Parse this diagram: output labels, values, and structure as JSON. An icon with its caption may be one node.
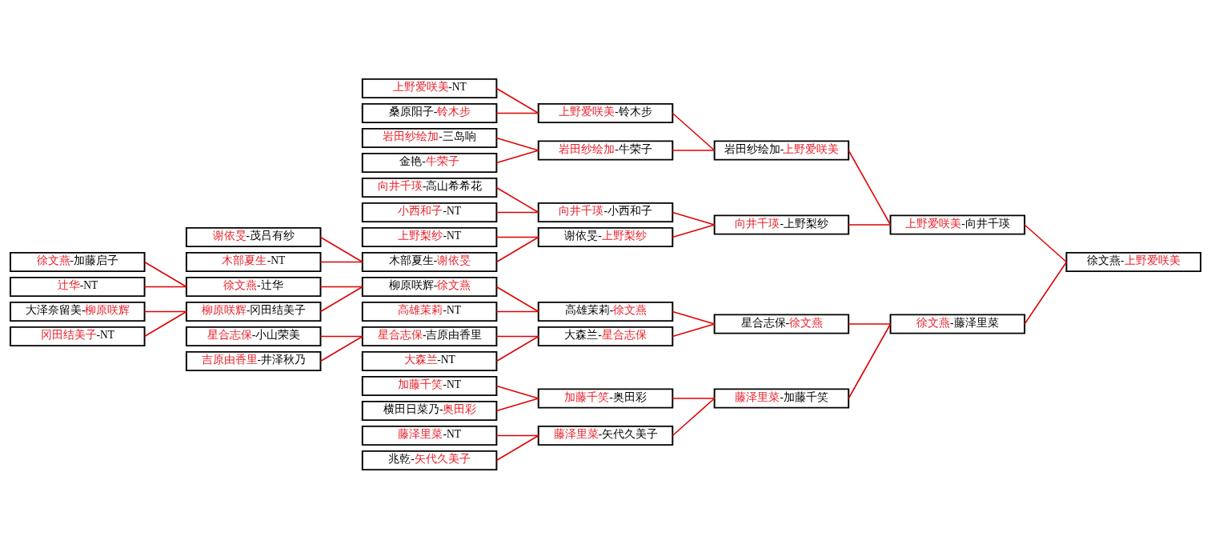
{
  "diagram": {
    "nodes": [
      {
        "text": [
          "徐文燕-加藤启子"
        ]
      },
      {
        "text": [
          "辻华-NT"
        ]
      },
      {
        "text": [
          "大泽奈留美-柳原咲辉"
        ]
      },
      {
        "text": [
          "冈田结美子-NT"
        ]
      },
      {
        "text": [
          "谢依旻-茂吕有纱"
        ]
      },
      {
        "text": [
          "木部夏生-NT"
        ]
      },
      {
        "text": [
          "徐文燕-辻华"
        ]
      },
      {
        "text": [
          "柳原咲辉-冈田结美子"
        ]
      },
      {
        "text": [
          "星合志保-小山荣美"
        ]
      },
      {
        "text": [
          "吉原由香里-井泽秋乃"
        ]
      },
      {
        "text": [
          "上野爱咲美-NT"
        ]
      },
      {
        "text": [
          "桑原阳子-铃木步"
        ]
      },
      {
        "text": [
          "岩田纱绘加-三岛响"
        ]
      },
      {
        "text": [
          "金艳-牛荣子"
        ]
      },
      {
        "text": [
          "向井千瑛-高山希希花"
        ]
      },
      {
        "text": [
          "小西和子-NT"
        ]
      },
      {
        "text": [
          "上野梨纱-NT"
        ]
      },
      {
        "text": [
          "木部夏生-谢依旻"
        ]
      },
      {
        "text": [
          "柳原咲辉-徐文燕"
        ]
      },
      {
        "text": [
          "高雄茉莉-NT"
        ]
      },
      {
        "text": [
          "星合志保-吉原由香里"
        ]
      },
      {
        "text": [
          "大森兰-NT"
        ]
      },
      {
        "text": [
          "藤泽里菜-NT"
        ]
      },
      {
        "text": [
          "兆乾-矢代久美子"
        ]
      },
      {
        "text": [
          "加藤千笑-NT"
        ]
      },
      {
        "text": [
          "横田日菜乃-奥田彩"
        ]
      },
      {
        "text": [
          "上野爱咲美-铃木步"
        ]
      },
      {
        "text": [
          "岩田纱绘加-牛荣子"
        ]
      },
      {
        "text": [
          "向井千瑛-小西和子"
        ]
      },
      {
        "text": [
          "谢依旻-上野梨纱"
        ]
      },
      {
        "text": [
          "高雄茉莉-徐文燕"
        ]
      },
      {
        "text": [
          "大森兰-星合志保"
        ]
      },
      {
        "text": [
          "藤泽里菜-矢代久美子"
        ]
      },
      {
        "text": [
          "加藤千笑-奥田彩"
        ]
      },
      {
        "text": [
          "岩田纱绘加-上野爱咲美"
        ]
      },
      {
        "text": [
          "向井千瑛-上野梨纱"
        ]
      },
      {
        "text": [
          "星合志保-徐文燕"
        ]
      },
      {
        "text": [
          "藤泽里菜-加藤千笑"
        ]
      },
      {
        "text": [
          "上野爱咲美-向井千瑛"
        ]
      },
      {
        "text": [
          "徐文燕-藤泽里菜"
        ]
      },
      {
        "text": [
          "徐文燕-上野爱咲美"
        ]
      }
    ],
    "edges": [
      {
        "from": 0,
        "to": 6,
        "arrow": "none"
      },
      {
        "from": 1,
        "to": 6,
        "arrow": "none"
      },
      {
        "from": 2,
        "to": 7,
        "arrow": "none"
      },
      {
        "from": 3,
        "to": 7,
        "arrow": "none"
      },
      {
        "from": 4,
        "to": 17,
        "arrow": "none"
      },
      {
        "from": 5,
        "to": 17,
        "arrow": "none"
      },
      {
        "from": 6,
        "to": 18,
        "arrow": "none"
      },
      {
        "from": 7,
        "to": 18,
        "arrow": "none"
      },
      {
        "from": 8,
        "to": 20,
        "arrow": "none"
      },
      {
        "from": 9,
        "to": 20,
        "arrow": "none"
      },
      {
        "from": 10,
        "to": 26,
        "arrow": "none"
      },
      {
        "from": 11,
        "to": 26,
        "arrow": "none"
      },
      {
        "from": 12,
        "to": 27,
        "arrow": "none"
      },
      {
        "from": 13,
        "to": 27,
        "arrow": "none"
      },
      {
        "from": 14,
        "to": 28,
        "arrow": "none"
      },
      {
        "from": 15,
        "to": 28,
        "arrow": "none"
      },
      {
        "from": 16,
        "to": 29,
        "arrow": "none"
      },
      {
        "from": 17,
        "to": 29,
        "arrow": "none"
      },
      {
        "from": 18,
        "to": 30,
        "arrow": "none"
      },
      {
        "from": 19,
        "to": 30,
        "arrow": "none"
      },
      {
        "from": 20,
        "to": 31,
        "arrow": "none"
      },
      {
        "from": 21,
        "to": 31,
        "arrow": "none"
      },
      {
        "from": 22,
        "to": 32,
        "arrow": "none"
      },
      {
        "from": 23,
        "to": 32,
        "arrow": "none"
      },
      {
        "from": 24,
        "to": 33,
        "arrow": "none"
      },
      {
        "from": 25,
        "to": 33,
        "arrow": "none"
      },
      {
        "from": 26,
        "to": 34,
        "arrow": "none"
      },
      {
        "from": 27,
        "to": 34,
        "arrow": "none"
      },
      {
        "from": 28,
        "to": 35,
        "arrow": "none"
      },
      {
        "from": 29,
        "to": 35,
        "arrow": "none"
      },
      {
        "from": 30,
        "to": 36,
        "arrow": "none"
      },
      {
        "from": 31,
        "to": 36,
        "arrow": "none"
      },
      {
        "from": 32,
        "to": 37,
        "arrow": "none"
      },
      {
        "from": 33,
        "to": 37,
        "arrow": "none"
      },
      {
        "from": 34,
        "to": 38,
        "arrow": "none"
      },
      {
        "from": 35,
        "to": 38,
        "arrow": "none"
      },
      {
        "from": 36,
        "to": 39,
        "arrow": "none"
      },
      {
        "from": 37,
        "to": 39,
        "arrow": "none"
      },
      {
        "from": 38,
        "to": 40,
        "arrow": "none"
      },
      {
        "from": 39,
        "to": 40,
        "arrow": "none"
      }
    ]
  }
}
